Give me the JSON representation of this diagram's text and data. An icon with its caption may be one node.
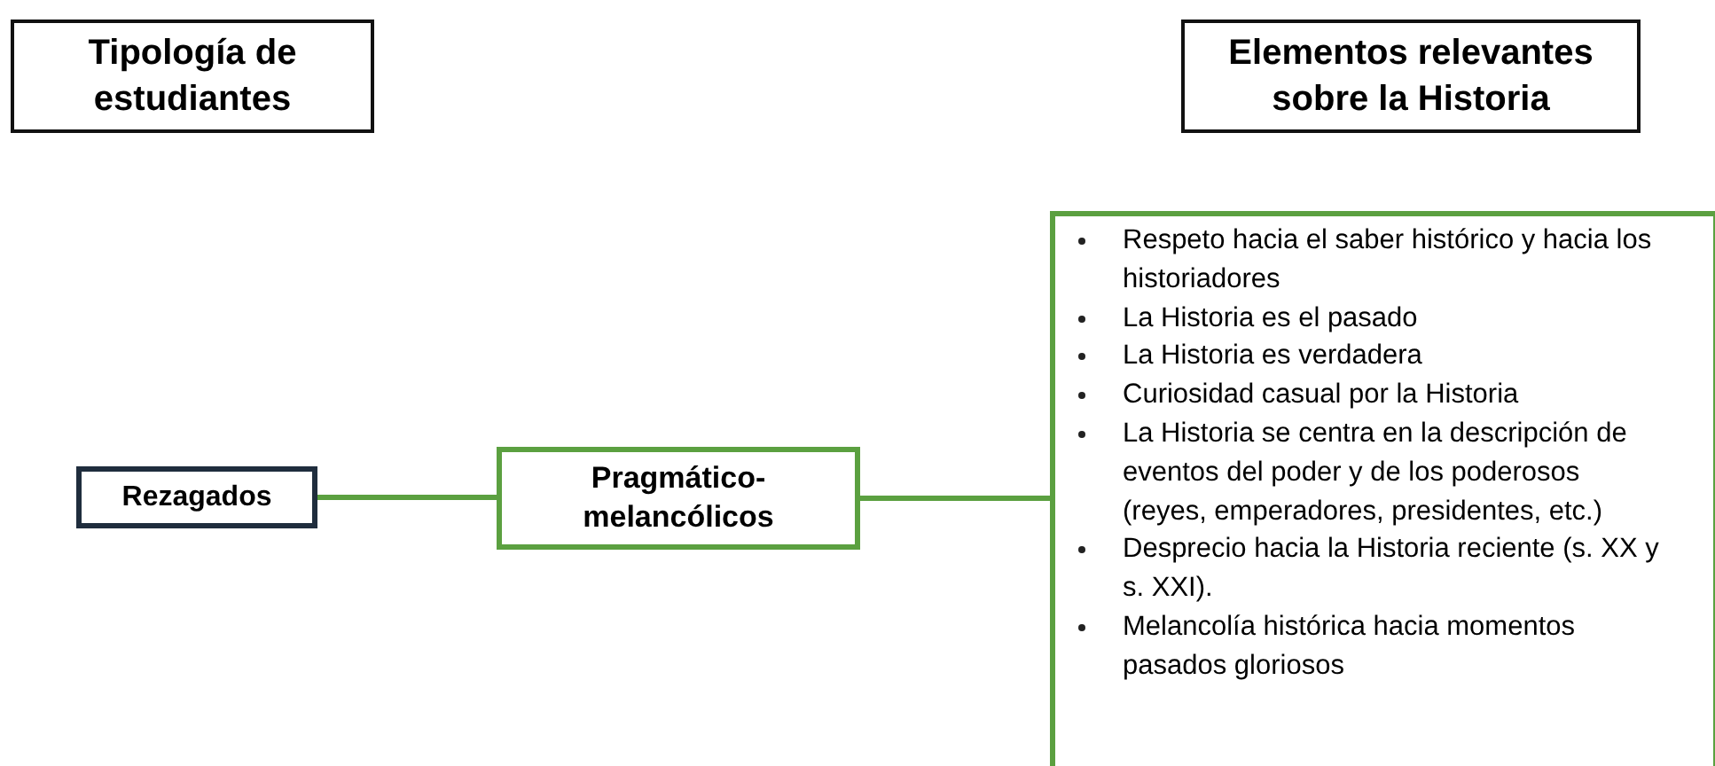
{
  "diagram": {
    "nodes": [
      {
        "text": [
          "Tipología de estudiantes"
        ]
      },
      {
        "text": [
          "Elementos relevantes sobre la Historia"
        ]
      },
      {
        "text": [
          "Rezagados"
        ]
      },
      {
        "text": [
          "Pragmático-melancólicos"
        ]
      },
      {
        "text": [
          "Respeto hacia el saber histórico y hacia los historiadores",
          "La Historia es el pasado",
          "La Historia es verdadera",
          "Curiosidad casual por la Historia",
          "La Historia se centra en la descripción de eventos del poder y de los poderosos (reyes, emperadores, presidentes, etc.)",
          "Desprecio hacia la Historia reciente (s. XX y s. XXI).",
          "Melancolía histórica hacia momentos pasados gloriosos"
        ]
      }
    ],
    "edges": [
      {
        "from": 2,
        "to": 3,
        "arrow": "none"
      },
      {
        "from": 3,
        "to": 4,
        "arrow": "none"
      }
    ]
  }
}
